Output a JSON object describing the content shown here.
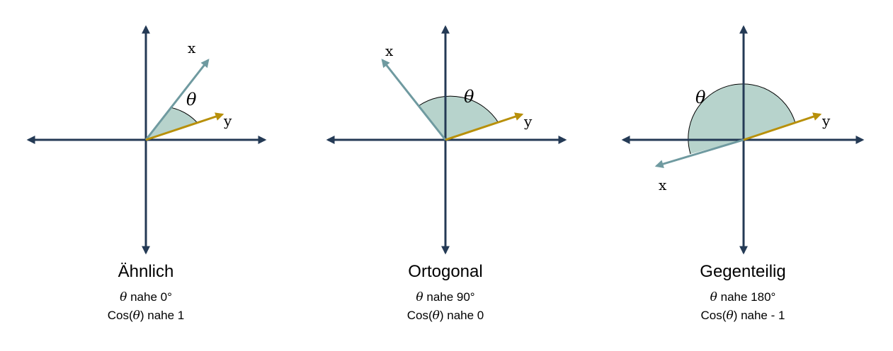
{
  "colors": {
    "axis": "#243a55",
    "vector_x": "#6f9aa0",
    "vector_y": "#b8900a",
    "angle_fill": "#b7d3cc"
  },
  "theta_symbol": "θ",
  "panels": [
    {
      "vector_x_label": "x",
      "vector_y_label": "y",
      "title": "Ähnlich",
      "line1_post": "nahe 0°",
      "line2_pre": "Cos(",
      "line2_post": ") nahe 1"
    },
    {
      "vector_x_label": "x",
      "vector_y_label": "y",
      "title": "Ortogonal",
      "line1_post": "nahe 90°",
      "line2_pre": "Cos(",
      "line2_post": ") nahe 0"
    },
    {
      "vector_x_label": "x",
      "vector_y_label": "y",
      "title": "Gegenteilig",
      "line1_post": "nahe 180°",
      "line2_pre": "Cos(",
      "line2_post": ") nahe - 1"
    }
  ]
}
